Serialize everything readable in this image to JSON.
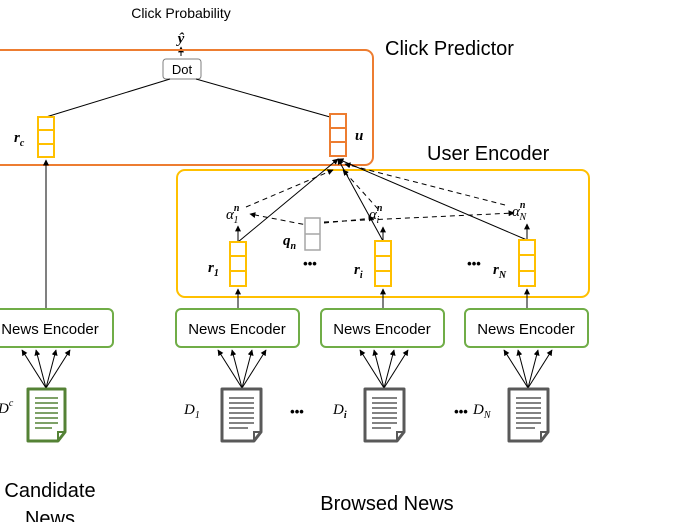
{
  "title": "Click Probability",
  "y_hat": "ŷ",
  "dot_label": "Dot",
  "click_predictor_label": "Click Predictor",
  "user_encoder_label": "User Encoder",
  "user_vector": "u",
  "candidate_vector": {
    "base": "r",
    "sub": "c"
  },
  "query_vector": {
    "base": "q",
    "sub": "n"
  },
  "attention_weights": [
    {
      "base": "α",
      "sub": "1",
      "sup": "n"
    },
    {
      "base": "α",
      "sub": "i",
      "sup": "n"
    },
    {
      "base": "α",
      "sub": "N",
      "sup": "n"
    }
  ],
  "news_reprs": [
    {
      "base": "r",
      "sub": "1"
    },
    {
      "base": "r",
      "sub": "i"
    },
    {
      "base": "r",
      "sub": "N"
    }
  ],
  "ellipsis": "•••",
  "news_encoder_label": "News Encoder",
  "docs": [
    {
      "base": "D",
      "sub": "1"
    },
    {
      "base": "D",
      "sub": "i"
    },
    {
      "base": "D",
      "sub": "N"
    }
  ],
  "candidate_doc": {
    "base": "D",
    "sup": "c"
  },
  "candidate_news_label_line1": "Candidate",
  "candidate_news_label_line2": "News",
  "browsed_news_label": "Browsed News",
  "colors": {
    "click_predictor": "#ed7d31",
    "user_encoder": "#ffc000",
    "news_encoder": "#70ad47",
    "candidate_doc": "#548235",
    "browsed_doc": "#595959",
    "query": "#a6a6a6"
  }
}
